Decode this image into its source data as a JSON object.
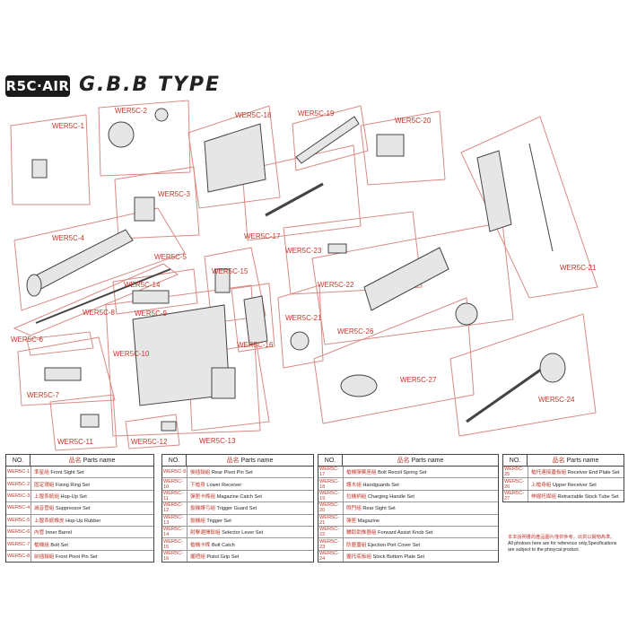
{
  "brand": {
    "logo": "R5C·AIR",
    "type_title": "G.B.B TYPE"
  },
  "groups": [
    "WER5C-1",
    "WER5C-2",
    "WER5C-3",
    "WER5C-4",
    "WER5C-5",
    "WER5C-6",
    "WER5C-7",
    "WER5C-8",
    "WER5C-9",
    "WER5C-10",
    "WER5C-11",
    "WER5C-12",
    "WER5C-13",
    "WER5C-14",
    "WER5C-15",
    "WER5C-16",
    "WER5C-17",
    "WER5C-18",
    "WER5C-19",
    "WER5C-20",
    "WER5C-21",
    "WER5C-21",
    "WER5C-22",
    "WER5C-23",
    "WER5C-24",
    "WER5C-26",
    "WER5C-27"
  ],
  "table_header": {
    "no": "NO.",
    "parts_zh": "品名",
    "parts": "Parts name"
  },
  "tables": [
    {
      "rows": [
        {
          "no": "WER5C-1",
          "zh": "準星組",
          "en": "Front Sight Set"
        },
        {
          "no": "WER5C-2",
          "zh": "固定環組",
          "en": "Fixing Ring Set"
        },
        {
          "no": "WER5C-3",
          "zh": "上膛系統組",
          "en": "Hop-Up Set"
        },
        {
          "no": "WER5C-4",
          "zh": "滅音管組",
          "en": "Suppressor Set"
        },
        {
          "no": "WER5C-5",
          "zh": "上膛系統橡皮",
          "en": "Hop-Up Rubber"
        },
        {
          "no": "WER5C-6",
          "zh": "內管",
          "en": "Inner Barrel"
        },
        {
          "no": "WER5C-7",
          "zh": "槍機組",
          "en": "Bolt Set"
        },
        {
          "no": "WER5C-8",
          "zh": "前插銷組",
          "en": "Front Pivot Pin Set"
        }
      ]
    },
    {
      "rows": [
        {
          "no": "WER5C-9",
          "zh": "後插銷組",
          "en": "Rear Pivot Pin Set"
        },
        {
          "no": "WER5C-10",
          "zh": "下槍身",
          "en": "Lower Receiver"
        },
        {
          "no": "WER5C-11",
          "zh": "彈匣卡榫組",
          "en": "Magazine Catch Set"
        },
        {
          "no": "WER5C-12",
          "zh": "扳機護弓組",
          "en": "Trigger Guard Set"
        },
        {
          "no": "WER5C-13",
          "zh": "扳機組",
          "en": "Trigger Set"
        },
        {
          "no": "WER5C-14",
          "zh": "射擊選擇鈕組",
          "en": "Selector Lever Set"
        },
        {
          "no": "WER5C-15",
          "zh": "槍機卡榫",
          "en": "Bolt Catch"
        },
        {
          "no": "WER5C-16",
          "zh": "握把組",
          "en": "Pistol Grip Set"
        }
      ]
    },
    {
      "rows": [
        {
          "no": "WER5C-17",
          "zh": "槍機彈簧座組",
          "en": "Bolt Recoil Spring Set"
        },
        {
          "no": "WER5C-18",
          "zh": "護木組",
          "en": "Handguards Set"
        },
        {
          "no": "WER5C-19",
          "zh": "拉機柄組",
          "en": "Charging Handle Set"
        },
        {
          "no": "WER5C-20",
          "zh": "照門組",
          "en": "Rear Sight Set"
        },
        {
          "no": "WER5C-21",
          "zh": "彈匣",
          "en": "Magazine"
        },
        {
          "no": "WER5C-22",
          "zh": "輔助助推器組",
          "en": "Forward Assist Knob Set"
        },
        {
          "no": "WER5C-23",
          "zh": "防塵蓋組",
          "en": "Ejection Port Cover Set"
        },
        {
          "no": "WER5C-24",
          "zh": "握托底板組",
          "en": "Stock Bottom Plate Set"
        }
      ]
    },
    {
      "rows": [
        {
          "no": "WER5C-25",
          "zh": "槍托連接蓋板組",
          "en": "Receiver End Plate Set"
        },
        {
          "no": "WER5C-26",
          "zh": "上槍身組",
          "en": "Upper Receiver Set"
        },
        {
          "no": "WER5C-27",
          "zh": "伸縮托桿組",
          "en": "Retractable Stock Tube Set"
        }
      ]
    }
  ],
  "note_zh": "本本說明書的產品圖片僅供參考，出貨以實物為準。",
  "note_en": "All photoes here are for reference only,Specifications are subject to the phisycal product."
}
